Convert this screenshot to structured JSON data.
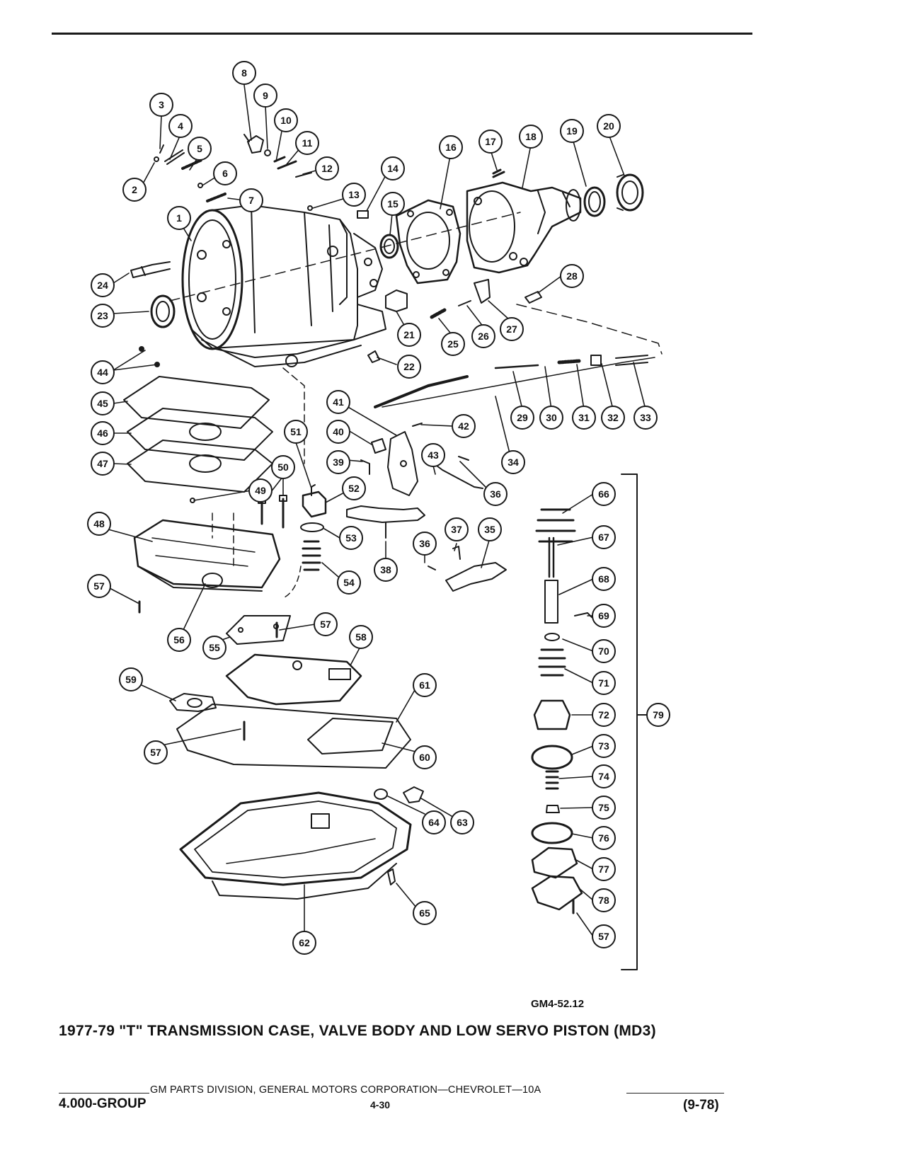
{
  "figure_code": "GM4-52.12",
  "caption": "1977-79 \"T\" TRANSMISSION CASE, VALVE BODY AND LOW SERVO PISTON (MD3)",
  "footer": {
    "publisher": "GM PARTS DIVISION, GENERAL MOTORS CORPORATION—CHEVROLET—10A",
    "group": "4.000-GROUP",
    "page": "4-30",
    "date": "(9-78)"
  },
  "callouts": [
    "1",
    "2",
    "3",
    "4",
    "5",
    "6",
    "7",
    "8",
    "9",
    "10",
    "11",
    "12",
    "13",
    "14",
    "15",
    "16",
    "17",
    "18",
    "19",
    "20",
    "21",
    "22",
    "23",
    "24",
    "25",
    "26",
    "27",
    "28",
    "29",
    "30",
    "31",
    "32",
    "33",
    "34",
    "35",
    "36",
    "36",
    "37",
    "38",
    "39",
    "40",
    "41",
    "42",
    "43",
    "44",
    "45",
    "46",
    "47",
    "48",
    "49",
    "50",
    "51",
    "52",
    "53",
    "54",
    "55",
    "56",
    "57",
    "57",
    "57",
    "57",
    "58",
    "59",
    "60",
    "61",
    "62",
    "63",
    "64",
    "65",
    "66",
    "67",
    "68",
    "69",
    "70",
    "71",
    "72",
    "73",
    "74",
    "75",
    "76",
    "77",
    "78",
    "79"
  ]
}
